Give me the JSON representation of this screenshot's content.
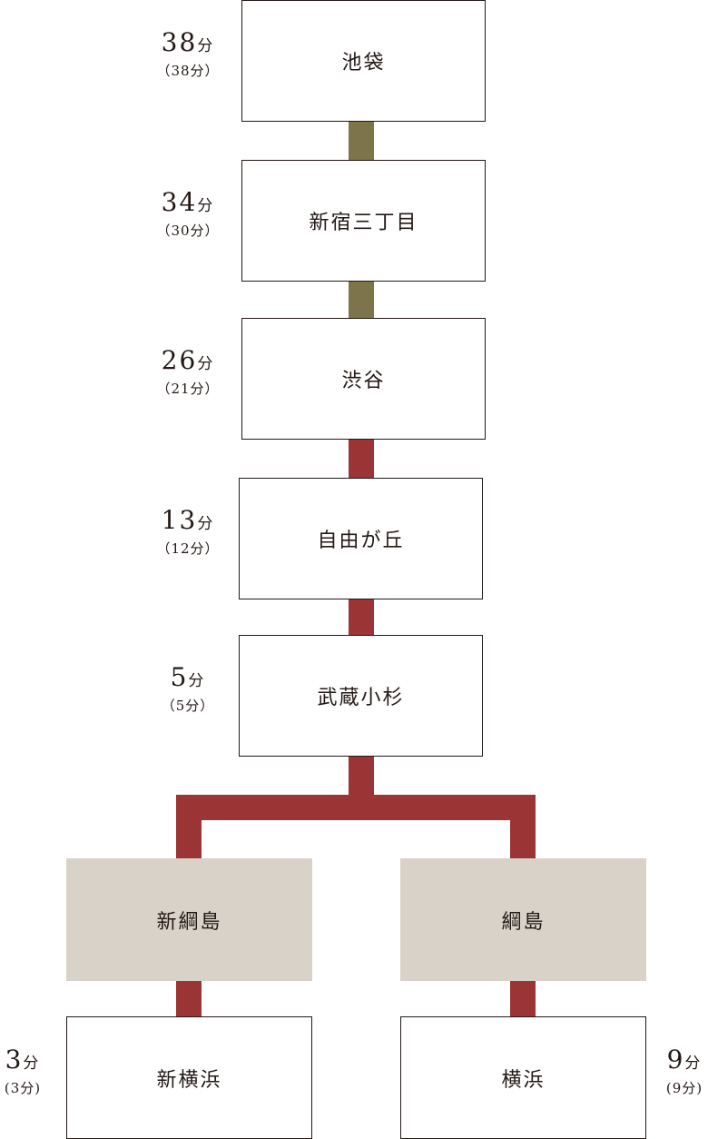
{
  "stations": [
    {
      "name": "池袋",
      "time": "38",
      "time_sub": "（38分）"
    },
    {
      "name": "新宿三丁目",
      "time": "34",
      "time_sub": "（30分）"
    },
    {
      "name": "渋谷",
      "time": "26",
      "time_sub": "（21分）"
    },
    {
      "name": "自由が丘",
      "time": "13",
      "time_sub": "（12分）"
    },
    {
      "name": "武蔵小杉",
      "time": "5",
      "time_sub": "（5分）"
    },
    {
      "name": "新綱島"
    },
    {
      "name": "綱島"
    },
    {
      "name": "新横浜",
      "time": "3",
      "time_sub": "(3分)"
    },
    {
      "name": "横浜",
      "time": "9",
      "time_sub": "(9分)"
    }
  ],
  "unit": "分",
  "colors": {
    "olive": "#7d7549",
    "red": "#9b3434",
    "gray": "#d9d2c8"
  }
}
